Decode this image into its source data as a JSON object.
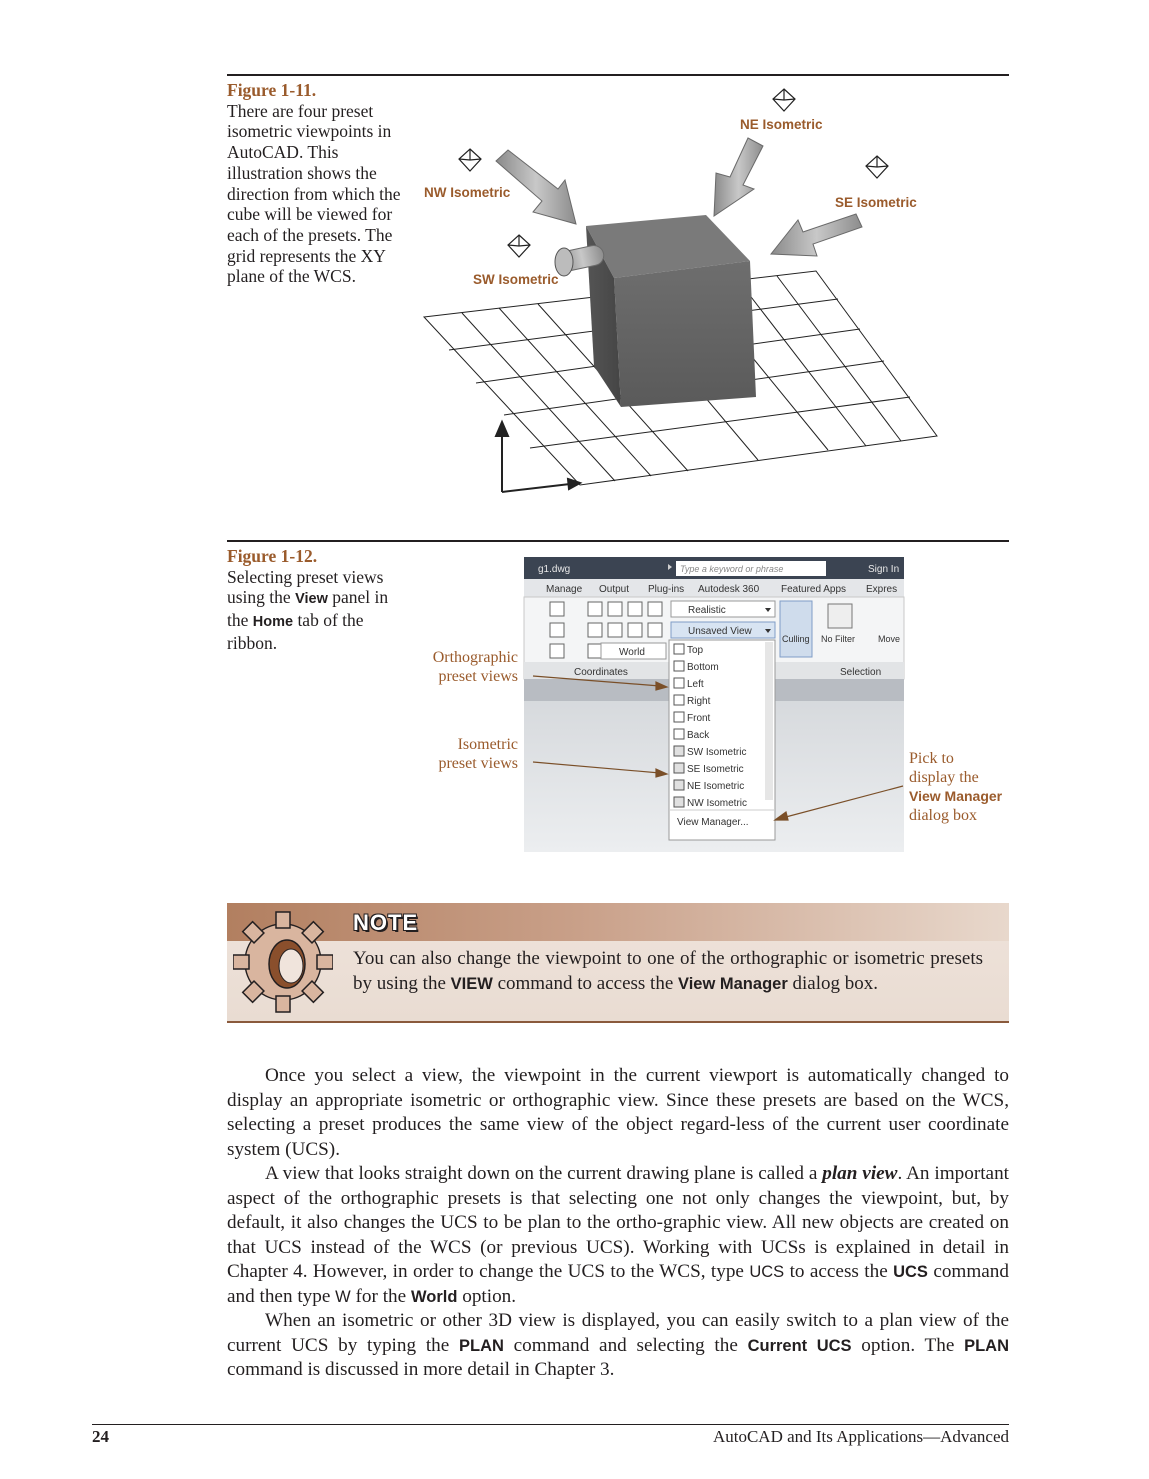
{
  "figure11": {
    "number": "Figure 1-11.",
    "caption": "There are four preset isometric viewpoints in AutoCAD. This illustration shows the direction from which the cube will be viewed for each of the presets. The grid represents the XY plane of the WCS.",
    "labels": {
      "ne": "NE Isometric",
      "nw": "NW Isometric",
      "se": "SE Isometric",
      "sw": "SW Isometric"
    }
  },
  "figure12": {
    "number": "Figure 1-12.",
    "caption_parts": [
      "Selecting preset views using the ",
      "View",
      " panel in the ",
      "Home",
      " tab of the ribbon."
    ],
    "screenshot": {
      "file_tab": "g1.dwg",
      "search_placeholder": "Type a keyword or phrase",
      "sign_in": "Sign In",
      "ribbon_tabs": [
        "Manage",
        "Output",
        "Plug-ins",
        "Autodesk 360",
        "Featured Apps",
        "Expres"
      ],
      "visual_style": "Realistic",
      "current_view": "Unsaved View",
      "ucs_world": "World",
      "coordinates_panel": "Coordinates",
      "selection_panel": "Selection",
      "culling": "Culling",
      "no_filter": "No Filter",
      "move": "Move",
      "views": [
        "Top",
        "Bottom",
        "Left",
        "Right",
        "Front",
        "Back",
        "SW Isometric",
        "SE Isometric",
        "NE Isometric",
        "NW Isometric"
      ],
      "view_manager": "View Manager..."
    },
    "callouts": {
      "orthographic": [
        "Orthographic",
        "preset views"
      ],
      "isometric": [
        "Isometric",
        "preset views"
      ],
      "pick_parts": [
        "Pick to",
        "display the",
        "View Manager",
        "dialog box"
      ]
    }
  },
  "note": {
    "title": "NOTE",
    "parts": [
      "You can also change the viewpoint to one of the orthographic or isometric presets by using the ",
      "VIEW",
      " command to access the ",
      "View Manager",
      " dialog box."
    ]
  },
  "body": {
    "p1": "Once you select a view, the viewpoint in the current viewport is automatically changed to display an appropriate isometric or orthographic view. Since these presets are based on the WCS, selecting a preset produces the same view of the object regard-less of the current user coordinate system (UCS).",
    "p2_parts": [
      "A view that looks straight down on the current drawing plane is called a ",
      "plan view",
      ". An important aspect of the orthographic presets is that selecting one not only changes the viewpoint, but, by default, it also changes the UCS to be plan to the ortho-graphic view. All new objects are created on that UCS instead of the WCS (or previous UCS). Working with UCSs is explained in detail in Chapter 4. However, in order to change the UCS to the WCS, type ",
      "UCS",
      " to access the ",
      "UCS",
      " command and then type ",
      "W",
      " for the ",
      "World",
      " option."
    ],
    "p3_parts": [
      "When an isometric or other 3D view is displayed, you can easily switch to a plan view of the current UCS by typing the ",
      "PLAN",
      " command and selecting the ",
      "Current UCS",
      " option. The ",
      "PLAN",
      " command is discussed in more detail in Chapter 3."
    ]
  },
  "footer": {
    "page_number": "24",
    "book_title": "AutoCAD and Its Applications—Advanced"
  }
}
